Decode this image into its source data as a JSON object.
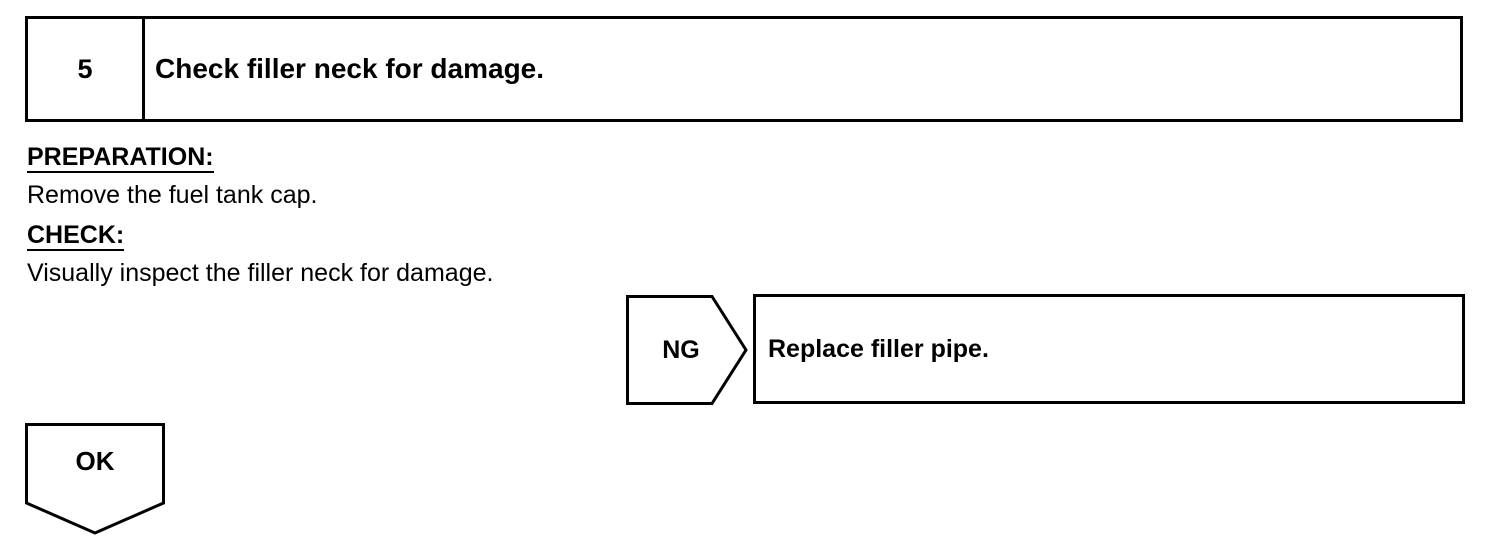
{
  "step": {
    "number": "5",
    "title": "Check filler neck for damage."
  },
  "preparation": {
    "heading": "PREPARATION:",
    "text": "Remove the fuel tank cap."
  },
  "check": {
    "heading": "CHECK:",
    "text": "Visually inspect the filler neck for damage."
  },
  "ng_branch": {
    "label": "NG",
    "action": "Replace filler pipe."
  },
  "ok_branch": {
    "label": "OK"
  }
}
